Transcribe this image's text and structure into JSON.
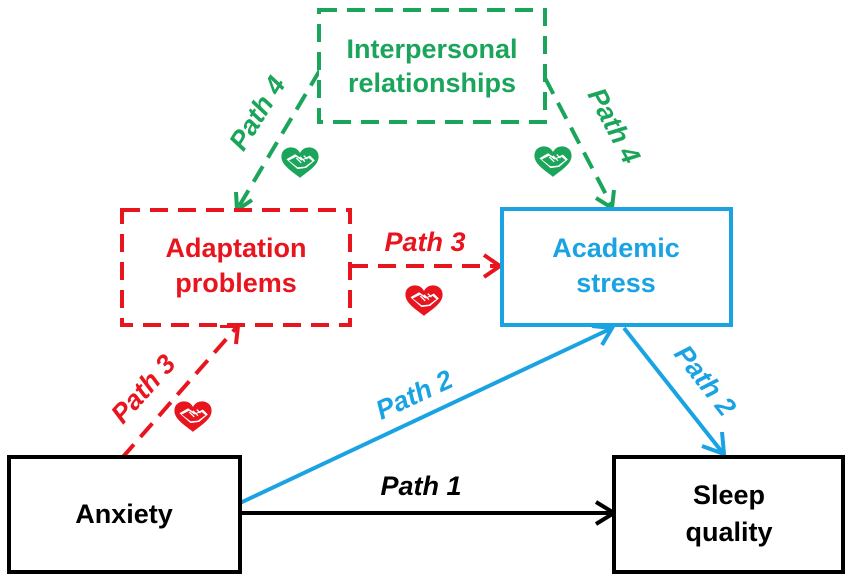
{
  "colors": {
    "black": "#000000",
    "red": "#e8141e",
    "blue": "#1aa3e3",
    "green": "#1aa55a"
  },
  "boxes": {
    "interpersonal": {
      "line1": "Interpersonal",
      "line2": "relationships"
    },
    "adaptation": {
      "line1": "Adaptation",
      "line2": "problems"
    },
    "academic": {
      "line1": "Academic",
      "line2": "stress"
    },
    "anxiety": {
      "line1": "Anxiety"
    },
    "sleep": {
      "line1": "Sleep",
      "line2": "quality"
    }
  },
  "paths": {
    "path1": "Path 1",
    "path2_left": "Path 2",
    "path2_right": "Path 2",
    "path3_left": "Path 3",
    "path3_middle": "Path 3",
    "path4_left": "Path 4",
    "path4_right": "Path 4"
  },
  "icons": [
    "heart-hands-icon"
  ]
}
